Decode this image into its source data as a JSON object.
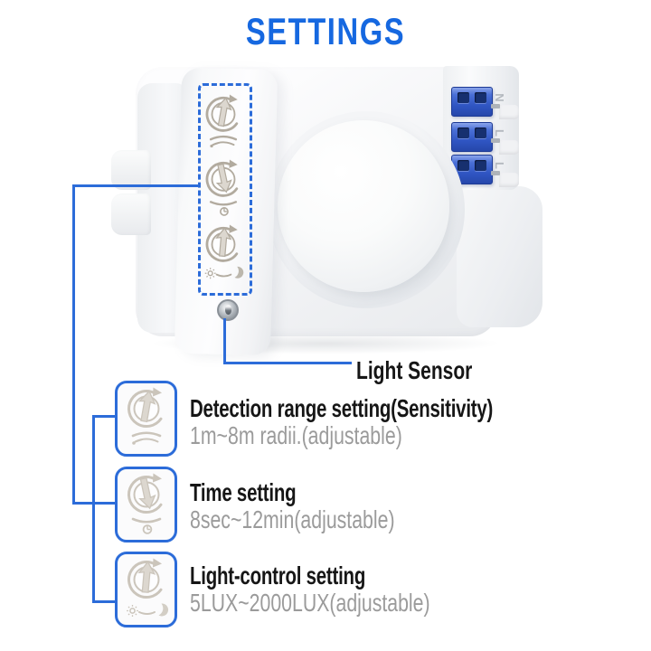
{
  "title": "SETTINGS",
  "colors": {
    "accent": "#2c6cd9",
    "title": "#1668e0",
    "heading": "#161616",
    "subtext": "#9b9b9b"
  },
  "device": {
    "terminal_labels": [
      "N",
      "L",
      "L"
    ],
    "icons": {
      "range_dial": "rotary-dial-up-arrow-with-range-waves",
      "time_dial": "rotary-dial-down-arrow-with-clock",
      "light_dial": "rotary-dial-up-arrow-with-sun-moon",
      "light_sensor": "photocell-dot"
    }
  },
  "light_sensor": {
    "label": "Light Sensor"
  },
  "callouts": [
    {
      "icon": "range-dial-icon",
      "title": "Detection range setting(Sensitivity)",
      "subtitle": "1m~8m radii.(adjustable)"
    },
    {
      "icon": "time-dial-icon",
      "title": "Time setting",
      "subtitle": "8sec~12min(adjustable)"
    },
    {
      "icon": "light-dial-icon",
      "title": "Light-control setting",
      "subtitle": "5LUX~2000LUX(adjustable)"
    }
  ]
}
